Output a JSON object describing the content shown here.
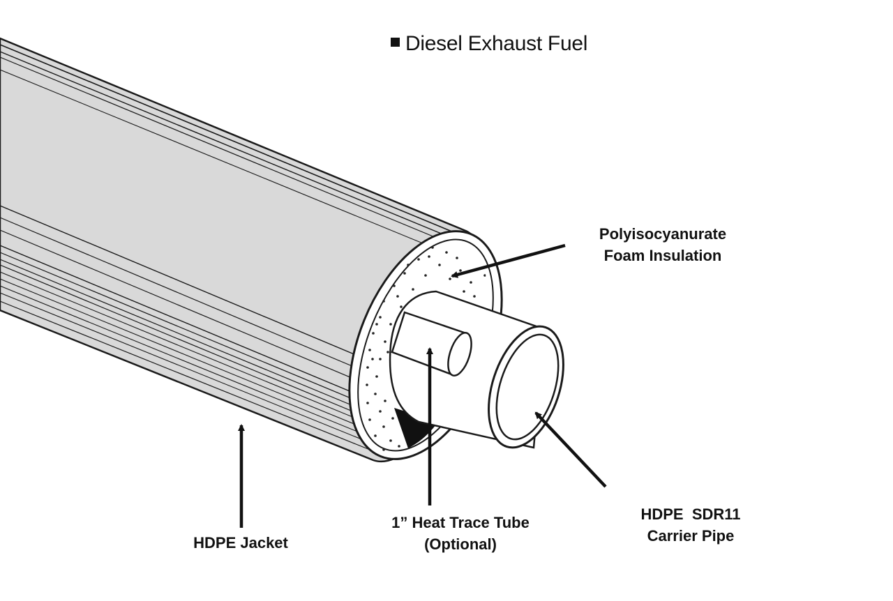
{
  "title": "Diesel Exhaust Fuel",
  "labels": {
    "insulation": {
      "line1": "Polyisocyanurate",
      "line2": "Foam Insulation"
    },
    "jacket": {
      "line1": "HDPE Jacket"
    },
    "heat_trace": {
      "line1": "1” Heat Trace Tube",
      "line2": "(Optional)"
    },
    "carrier": {
      "line1": "HDPE  SDR11",
      "line2": "Carrier Pipe"
    }
  },
  "colors": {
    "jacket_fill": "#d9d9d9",
    "line": "#1a1a1a",
    "foam_fill": "#ffffff",
    "dot": "#222222"
  }
}
